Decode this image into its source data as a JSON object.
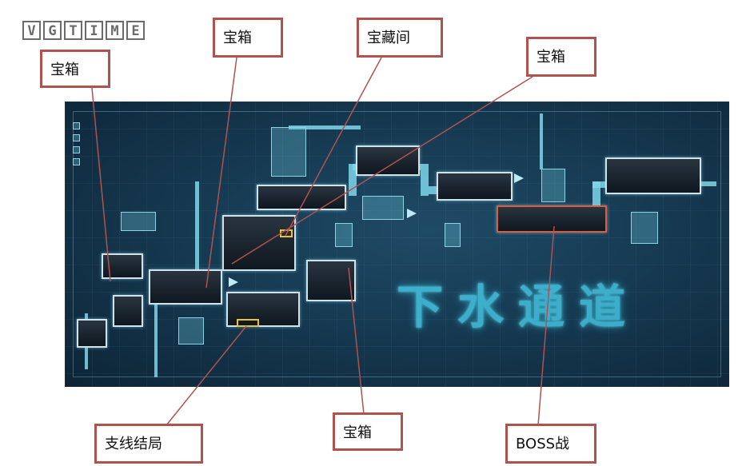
{
  "watermark": {
    "letters": [
      "V",
      "G",
      "T",
      "I",
      "M",
      "E"
    ]
  },
  "map": {
    "area_title": "下水通道"
  },
  "callouts": {
    "chest_left": "宝箱",
    "chest_top": "宝箱",
    "treasure_room": "宝藏间",
    "chest_right": "宝箱",
    "side_ending": "支线结局",
    "chest_bottom": "宝箱",
    "boss": "BOSS战"
  },
  "colors": {
    "callout_border": "#b0534f",
    "line": "#b0534f",
    "map_accent": "#4ad4f2",
    "boss_room": "#e05a3c",
    "chest_marker": "#e8c23a"
  }
}
